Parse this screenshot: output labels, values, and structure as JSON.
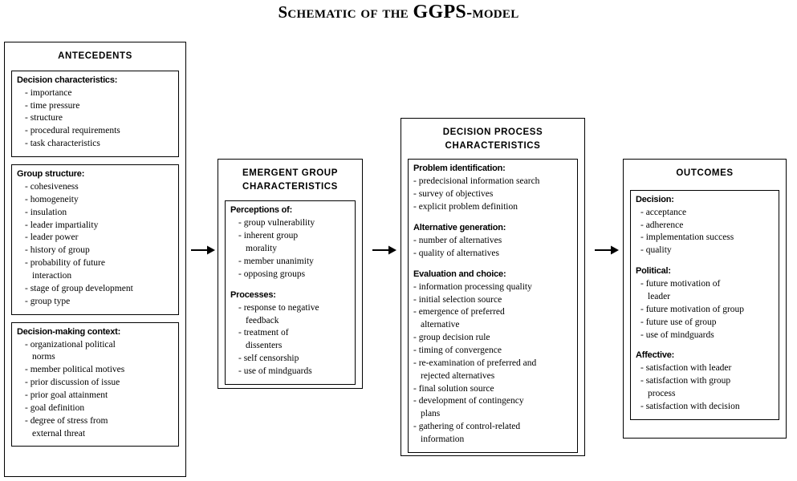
{
  "title": {
    "prefix": "Schematic of the ",
    "emphasis": "GGPS",
    "suffix": "-model"
  },
  "arrows": [
    {
      "name": "arrow-antecedents-to-emergent"
    },
    {
      "name": "arrow-emergent-to-process"
    },
    {
      "name": "arrow-process-to-outcomes"
    }
  ],
  "boxes": {
    "antecedents": {
      "title": "ANTECEDENTS",
      "sections": [
        {
          "head": "Decision characteristics:",
          "items": [
            "importance",
            "time pressure",
            "structure",
            "procedural requirements",
            "task characteristics"
          ]
        },
        {
          "head": "Group structure:",
          "items": [
            "cohesiveness",
            "homogeneity",
            "insulation",
            "leader impartiality",
            "leader power",
            "history of group",
            "probability of future\ninteraction",
            "stage of group development",
            "group type"
          ]
        },
        {
          "head": "Decision-making context:",
          "items": [
            "organizational political\nnorms",
            "member political motives",
            "prior discussion of issue",
            "prior goal attainment",
            "goal definition",
            "degree of stress from\nexternal threat"
          ]
        }
      ]
    },
    "emergent": {
      "title": "EMERGENT GROUP\nCHARACTERISTICS",
      "title_line1": "EMERGENT GROUP",
      "title_line2": "CHARACTERISTICS",
      "sections": [
        {
          "head": "Perceptions of:",
          "items": [
            "group vulnerability",
            "inherent group\nmorality",
            "member unanimity",
            "opposing groups"
          ]
        },
        {
          "head": "Processes:",
          "items": [
            "response to negative\nfeedback",
            "treatment of\ndissenters",
            "self censorship",
            "use of mindguards"
          ]
        }
      ]
    },
    "process": {
      "title_line1": "DECISION PROCESS",
      "title_line2": "CHARACTERISTICS",
      "sections": [
        {
          "head": "Problem identification:",
          "items": [
            "predecisional information search",
            "survey of objectives",
            "explicit problem definition"
          ]
        },
        {
          "head": "Alternative generation:",
          "items": [
            "number of alternatives",
            "quality of alternatives"
          ]
        },
        {
          "head": "Evaluation and choice:",
          "items": [
            "information processing quality",
            "initial selection source",
            "emergence of preferred\nalternative",
            "group decision rule",
            "timing of convergence",
            "re-examination of preferred and\nrejected alternatives",
            "final solution source",
            "development of contingency\nplans",
            "gathering of control-related\ninformation"
          ]
        }
      ]
    },
    "outcomes": {
      "title": "OUTCOMES",
      "sections": [
        {
          "head": "Decision:",
          "items": [
            "acceptance",
            "adherence",
            "implementation success",
            "quality"
          ]
        },
        {
          "head": "Political:",
          "items": [
            "future motivation of\nleader",
            "future motivation of group",
            "future use of group",
            "use of mindguards"
          ]
        },
        {
          "head": "Affective:",
          "items": [
            "satisfaction with leader",
            "satisfaction with group\nprocess",
            "satisfaction with decision"
          ]
        }
      ]
    }
  }
}
